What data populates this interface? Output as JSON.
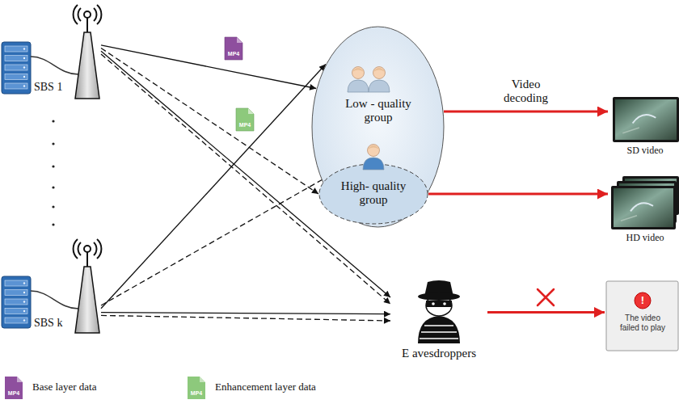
{
  "diagram": {
    "nodes": [
      {
        "text": [
          "SBS 1"
        ]
      },
      {
        "text": [
          "SBS k"
        ]
      },
      {
        "text": [
          "Low - quality group"
        ]
      },
      {
        "text": [
          "High- quality group"
        ],
        "in": 2
      },
      {
        "text": [
          "E avesdroppers"
        ]
      },
      {
        "text": [
          "SD video"
        ]
      },
      {
        "text": [
          "HD video"
        ]
      },
      {
        "text": [
          "!",
          "The video failed to play"
        ]
      }
    ],
    "edges": [
      {
        "from": 0,
        "to": 2,
        "arrow": "to"
      },
      {
        "from": 0,
        "to": 3,
        "arrow": "to"
      },
      {
        "from": 0,
        "to": 4,
        "arrow": "to"
      },
      {
        "from": 0,
        "to": 4,
        "arrow": "to"
      },
      {
        "from": 1,
        "to": 2,
        "arrow": "to"
      },
      {
        "from": 1,
        "to": 3,
        "arrow": "to"
      },
      {
        "from": 1,
        "to": 4,
        "arrow": "to"
      },
      {
        "from": 1,
        "to": 4,
        "arrow": "to"
      },
      {
        "from": 2,
        "to": 5,
        "arrow": "to",
        "label": "Video decoding"
      },
      {
        "from": 3,
        "to": 6,
        "arrow": "to"
      },
      {
        "from": 4,
        "to": 7,
        "arrow": "to"
      }
    ],
    "labels": [
      "MP4",
      "MP4",
      "MP4",
      "MP4"
    ],
    "legend": [
      {
        "text": "Base layer data",
        "color": "#8e4f9e"
      },
      {
        "text": "Enhancement layer data",
        "color": "#8dc97c"
      }
    ]
  }
}
